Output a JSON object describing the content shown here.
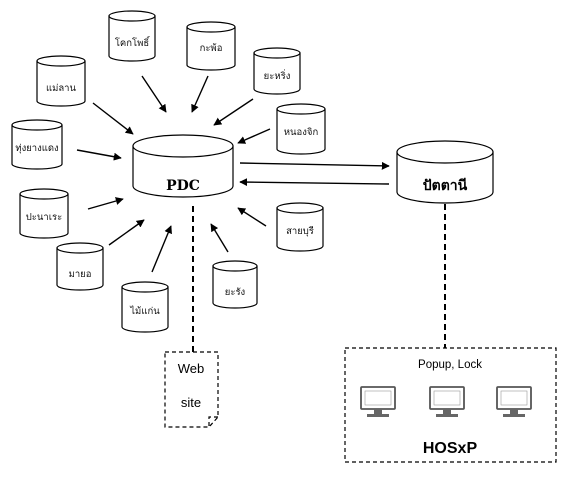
{
  "central_server": {
    "label": "PDC"
  },
  "regional_server": {
    "label": "ปัตตานี"
  },
  "sites": [
    {
      "id": "khok-pho",
      "label": "โคกโพธิ์"
    },
    {
      "id": "kapho",
      "label": "กะพ้อ"
    },
    {
      "id": "yaring",
      "label": "ยะหริ่ง"
    },
    {
      "id": "nong-chik",
      "label": "หนองจิก"
    },
    {
      "id": "sai-buri",
      "label": "สายบุรี"
    },
    {
      "id": "yarang",
      "label": "ยะรัง"
    },
    {
      "id": "mai-kaen",
      "label": "ไม้แก่น"
    },
    {
      "id": "mayo",
      "label": "มายอ"
    },
    {
      "id": "panare",
      "label": "ปะนาเระ"
    },
    {
      "id": "thung-yang-daeng",
      "label": "ทุ่งยางแดง"
    },
    {
      "id": "mae-lan",
      "label": "แม่ลาน"
    }
  ],
  "website": {
    "line1": "Web",
    "line2": "site"
  },
  "client_group": {
    "caption": "Popup, Lock",
    "name": "HOSxP",
    "workstation_count": 3
  }
}
